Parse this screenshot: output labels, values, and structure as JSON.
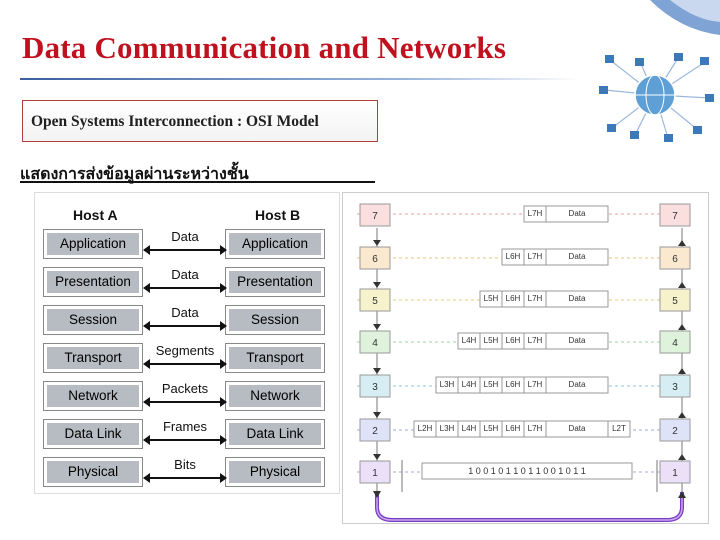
{
  "title": "Data Communication and Networks",
  "subtitle": "Open Systems Interconnection : OSI Model",
  "thai_caption": "แสดงการส่งข้อมูลผ่านระหว่างชั้น",
  "osi_left": {
    "host_a": "Host A",
    "host_b": "Host B",
    "layers": [
      "Application",
      "Presentation",
      "Session",
      "Transport",
      "Network",
      "Data Link",
      "Physical"
    ],
    "units": [
      "Data",
      "Data",
      "Data",
      "Segments",
      "Packets",
      "Frames",
      "Bits"
    ]
  },
  "osi_right": {
    "numbers": [
      "7",
      "6",
      "5",
      "4",
      "3",
      "2",
      "1"
    ],
    "row7": [
      "L7H",
      "Data"
    ],
    "row6": [
      "L6H",
      "L7H",
      "Data"
    ],
    "row5": [
      "L5H",
      "L6H",
      "L7H",
      "Data"
    ],
    "row4": [
      "L4H",
      "L5H",
      "L6H",
      "L7H",
      "Data"
    ],
    "row3": [
      "L3H",
      "L4H",
      "L5H",
      "L6H",
      "L7H",
      "Data"
    ],
    "row2": [
      "L2H",
      "L3H",
      "L4H",
      "L5H",
      "L6H",
      "L7H",
      "Data",
      "L2T"
    ],
    "bits": "1 0 0 1 0 1 1 0 1 1 0 0 1 0 1 1"
  },
  "colors": {
    "title": "#c0111f",
    "layer_box": "#b7bcc2"
  }
}
